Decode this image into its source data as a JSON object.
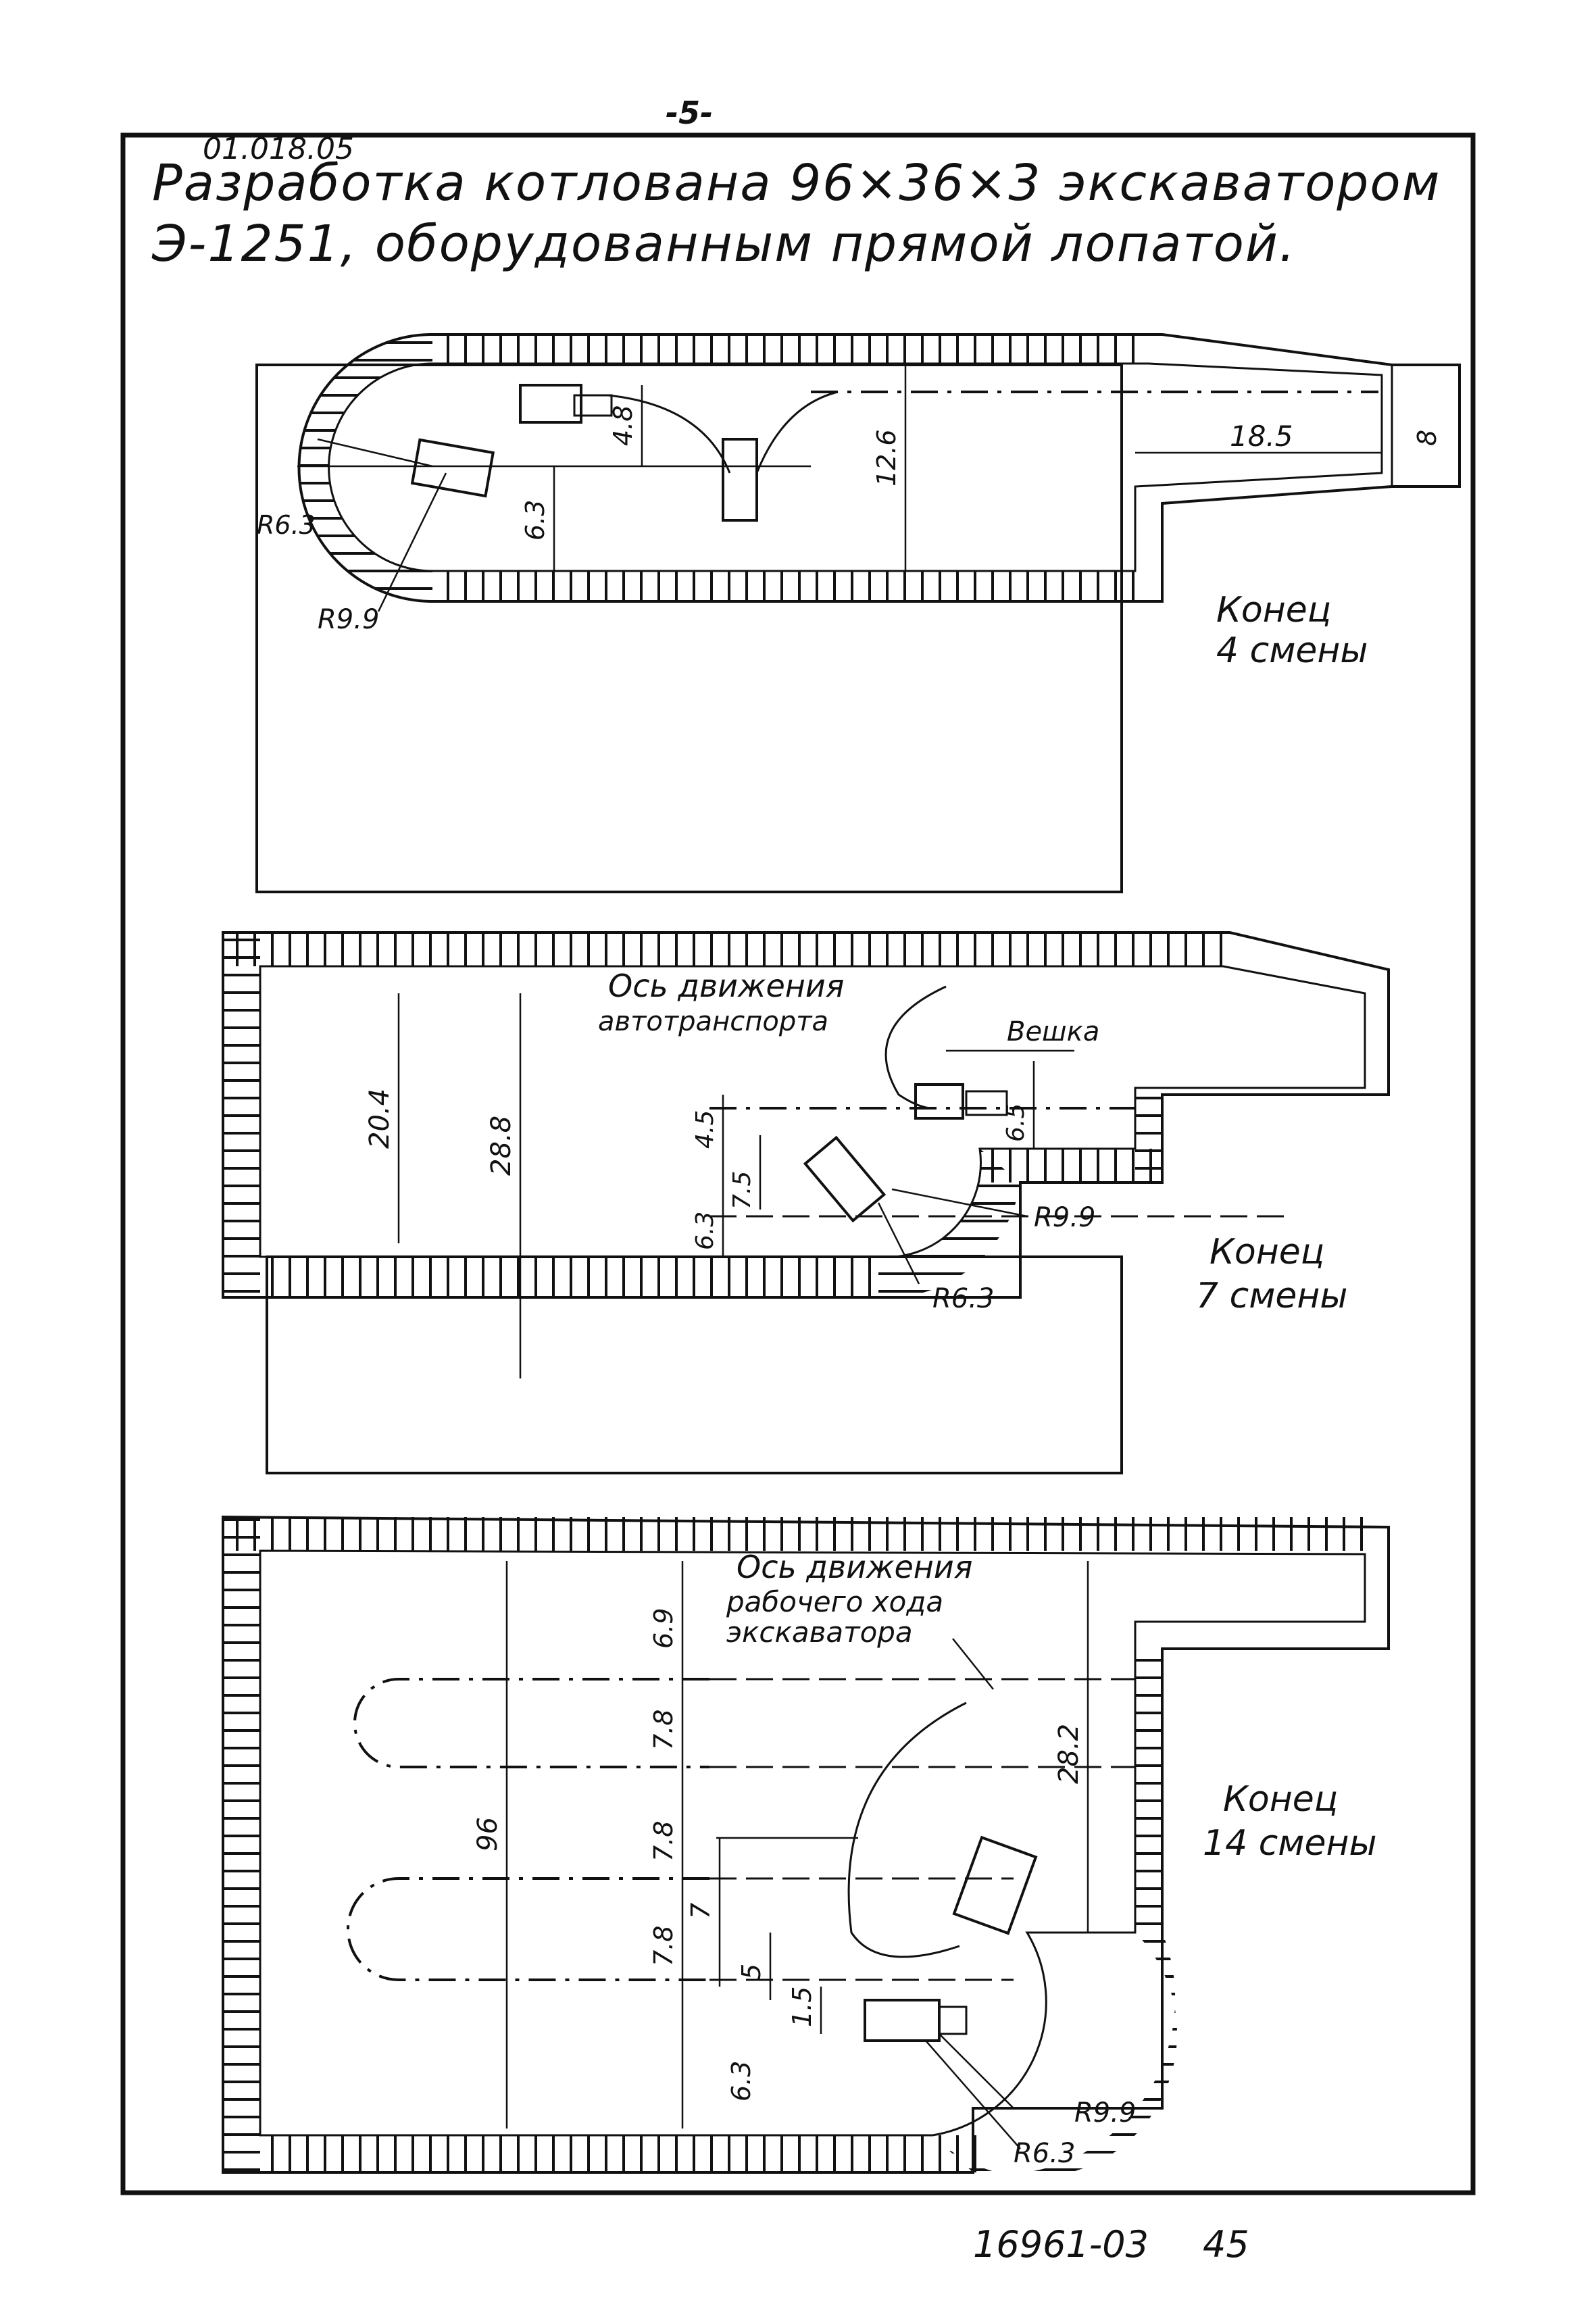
{
  "page_number": "-5-",
  "doc_code": "01.018.05",
  "title_line1": "Разработка котлована 96×36×3 экскаватором",
  "title_line2": "Э-1251, оборудованным прямой лопатой.",
  "panel1": {
    "stage_line1": "Конец",
    "stage_line2": "4 смены",
    "dims": [
      "4.8",
      "6.3",
      "12.6",
      "18.5",
      "8"
    ],
    "radius_small": "R6.3",
    "radius_large": "R9.9"
  },
  "panel2": {
    "stage_line1": "Конец",
    "stage_line2": "7 смены",
    "axis_label_line1": "Ось движения",
    "axis_label_line2": "автотранспорта",
    "marker_label": "Вешка",
    "dims": [
      "20.4",
      "28.8",
      "4.5",
      "6.3",
      "7.5",
      "6.5"
    ],
    "radius_small": "R6.3",
    "radius_large": "R9.9"
  },
  "panel3": {
    "stage_line1": "Конец",
    "stage_line2": "14 смены",
    "axis_label_line1": "Ось движения",
    "axis_label_line2": "рабочего хода",
    "axis_label_line3": "экскаватора",
    "dims": [
      "96",
      "6.9",
      "7.8",
      "7.8",
      "7.8",
      "7",
      "5",
      "6.3",
      "1.5",
      "28.2"
    ],
    "radius_large": "R9.9",
    "radius_small": "R6.3"
  },
  "footer": {
    "code": "16961-03",
    "sheet": "45"
  }
}
